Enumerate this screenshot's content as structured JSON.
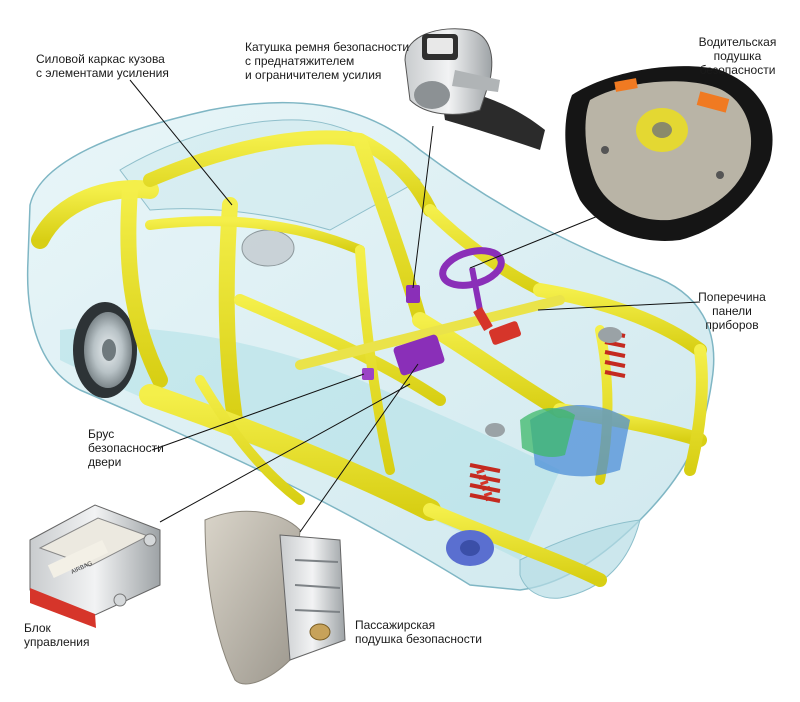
{
  "labels": {
    "body_frame": "Силовой каркас кузова\nс элементами усиления",
    "belt_reel": "Катушка ремня безопасности\nс преднатяжителем\nи ограничителем усилия",
    "driver_airbag": "Водительская\nподушка\nбезопасности",
    "crossbar": "Поперечина\nпанели\nприборов",
    "door_beam": "Брус\nбезопасности\nдвери",
    "control_unit": "Блок\nуправления",
    "passenger_airbag": "Пассажирская\nподушка безопасности"
  },
  "control_unit_sticker": "AIRBAG",
  "colors": {
    "frame_yellow": "#e8e21a",
    "body_glass": "#bfe3ea",
    "purple": "#8a2fb8",
    "red": "#d6352a",
    "leader": "#111111"
  }
}
